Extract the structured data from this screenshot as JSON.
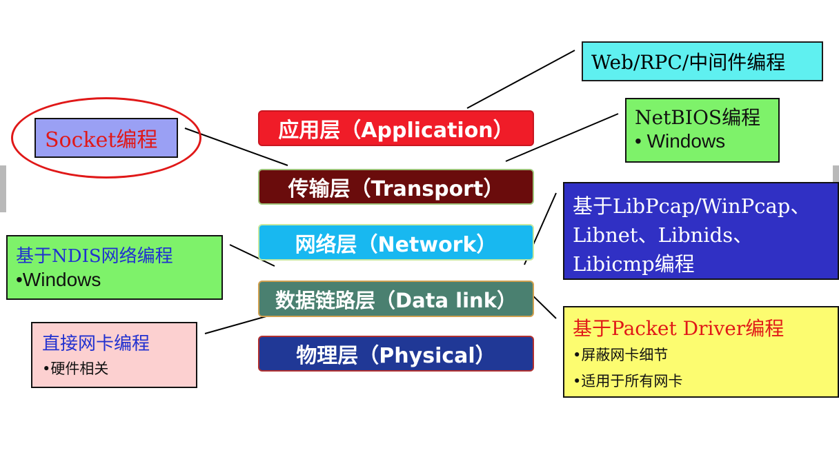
{
  "layers": {
    "application": "应用层（Application）",
    "transport": "传输层（Transport）",
    "network": "网络层（Network）",
    "datalink": "数据链路层（Data link）",
    "physical": "物理层（Physical）"
  },
  "notes": {
    "web": "Web/RPC/中间件编程",
    "socket": "Socket编程",
    "netbios": {
      "title": "NetBIOS编程",
      "item": "•  Windows"
    },
    "ndis": {
      "title": "基于NDIS网络编程",
      "item": "•Windows"
    },
    "libpcap": {
      "line1": "基于LibPcap/WinPcap、",
      "line2": "Libnet、Libnids、",
      "line3": "Libicmp编程"
    },
    "nic": {
      "title": "直接网卡编程",
      "item": "•硬件相关"
    },
    "packet_driver": {
      "title": "基于Packet Driver编程",
      "item1": "•屏蔽网卡细节",
      "item2": "•适用于所有网卡"
    }
  },
  "colors": {
    "application": "#f01c28",
    "transport": "#6a0c0c",
    "network": "#18b8f0",
    "datalink": "#4a8070",
    "physical": "#203896",
    "highlight_ellipse": "#e01818"
  }
}
